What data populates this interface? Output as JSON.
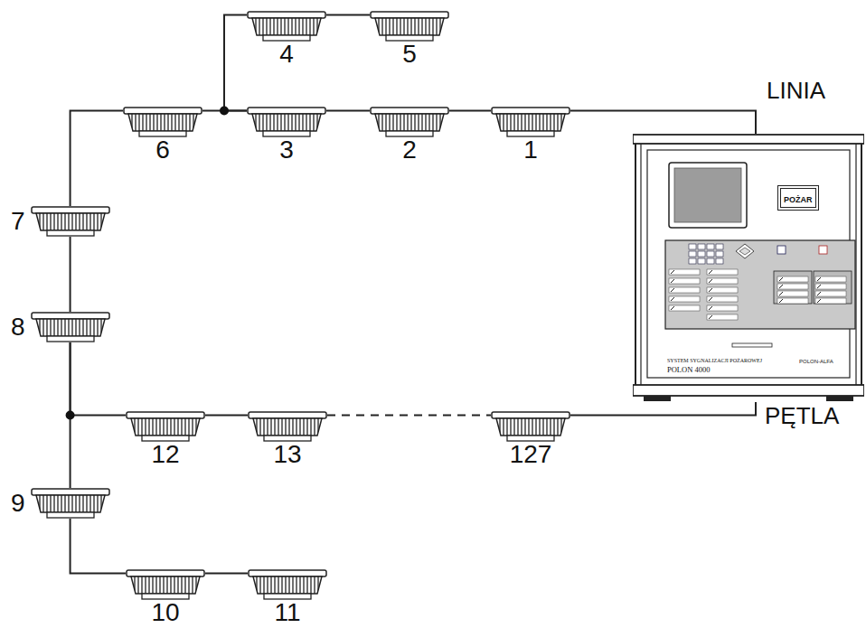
{
  "diagram": {
    "nodes": [
      {
        "text": [
          "SYSTEM SYGNALIZACJI POŻAROWEJ",
          "POLON 4000",
          "POLON-ALFA"
        ]
      },
      {
        "text": [
          "POŻAR"
        ],
        "in": 0
      },
      {
        "text": [
          "1"
        ]
      },
      {
        "text": [
          "2"
        ]
      },
      {
        "text": [
          "3"
        ]
      },
      {
        "text": [
          "4"
        ]
      },
      {
        "text": [
          "5"
        ]
      },
      {
        "text": [
          "6"
        ]
      },
      {
        "text": [
          "7"
        ]
      },
      {
        "text": [
          "8"
        ]
      },
      {
        "text": [
          "9"
        ]
      },
      {
        "text": [
          "10"
        ]
      },
      {
        "text": [
          "11"
        ]
      },
      {
        "text": [
          "12"
        ]
      },
      {
        "text": [
          "13"
        ]
      },
      {
        "text": [
          "127"
        ]
      }
    ],
    "edges": [
      {
        "from": 0,
        "to": 2,
        "arrow": "none"
      },
      {
        "from": 2,
        "to": 3,
        "arrow": "none"
      },
      {
        "from": 3,
        "to": 4,
        "arrow": "none"
      },
      {
        "from": 4,
        "to": 5,
        "arrow": "none"
      },
      {
        "from": 5,
        "to": 6,
        "arrow": "none"
      },
      {
        "from": 4,
        "to": 7,
        "arrow": "none"
      },
      {
        "from": 7,
        "to": 8,
        "arrow": "none"
      },
      {
        "from": 8,
        "to": 9,
        "arrow": "none"
      },
      {
        "from": 9,
        "to": 10,
        "arrow": "none"
      },
      {
        "from": 9,
        "to": 13,
        "arrow": "none"
      },
      {
        "from": 10,
        "to": 11,
        "arrow": "none"
      },
      {
        "from": 11,
        "to": 12,
        "arrow": "none"
      },
      {
        "from": 13,
        "to": 14,
        "arrow": "none"
      },
      {
        "from": 14,
        "to": 15,
        "arrow": "none"
      },
      {
        "from": 15,
        "to": 0,
        "arrow": "none"
      }
    ],
    "labels": [
      "LINIA",
      "PĘTLA"
    ]
  }
}
